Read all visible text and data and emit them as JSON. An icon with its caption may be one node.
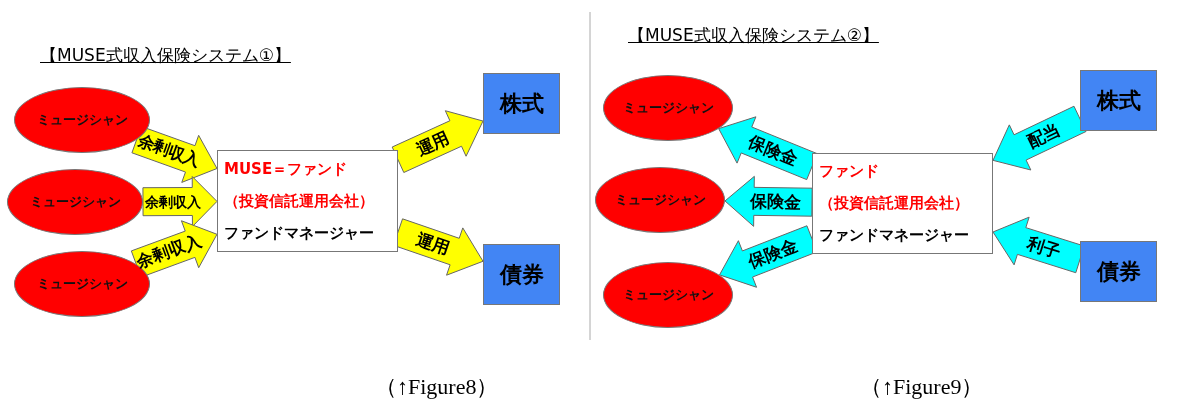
{
  "diagram": {
    "nodes": [
      {
        "text": [
          "ミュージシャン"
        ]
      },
      {
        "text": [
          "ミュージシャン"
        ]
      },
      {
        "text": [
          "ミュージシャン"
        ]
      },
      {
        "text": [
          "MUSE＝ファンド",
          "（投資信託運用会社）",
          "ファンドマネージャー"
        ]
      },
      {
        "text": [
          "株式"
        ]
      },
      {
        "text": [
          "債券"
        ]
      },
      {
        "text": [
          "ミュージシャン"
        ]
      },
      {
        "text": [
          "ミュージシャン"
        ]
      },
      {
        "text": [
          "ミュージシャン"
        ]
      },
      {
        "text": [
          "ファンド",
          "（投資信託運用会社）",
          "ファンドマネージャー"
        ]
      },
      {
        "text": [
          "株式"
        ]
      },
      {
        "text": [
          "債券"
        ]
      }
    ],
    "edges": [
      {
        "from": 0,
        "to": 3,
        "arrow": "to",
        "label": "余剰収入",
        "color": "#ffff00"
      },
      {
        "from": 1,
        "to": 3,
        "arrow": "to",
        "label": "余剰収入",
        "color": "#ffff00"
      },
      {
        "from": 2,
        "to": 3,
        "arrow": "to",
        "label": "余剰収入",
        "color": "#ffff00"
      },
      {
        "from": 3,
        "to": 4,
        "arrow": "to",
        "label": "運用",
        "color": "#ffff00"
      },
      {
        "from": 3,
        "to": 5,
        "arrow": "to",
        "label": "運用",
        "color": "#ffff00"
      },
      {
        "from": 9,
        "to": 6,
        "arrow": "to",
        "label": "保険金",
        "color": "#00ffff"
      },
      {
        "from": 9,
        "to": 7,
        "arrow": "to",
        "label": "保険金",
        "color": "#00ffff"
      },
      {
        "from": 9,
        "to": 8,
        "arrow": "to",
        "label": "保険金",
        "color": "#00ffff"
      },
      {
        "from": 10,
        "to": 9,
        "arrow": "to",
        "label": "配当",
        "color": "#00ffff"
      },
      {
        "from": 11,
        "to": 9,
        "arrow": "to",
        "label": "利子",
        "color": "#00ffff"
      }
    ],
    "labels": [
      "【MUSE式収入保険システム①】",
      "【MUSE式収入保険システム②】",
      "（↑Figure8）",
      "（↑Figure9）"
    ]
  }
}
